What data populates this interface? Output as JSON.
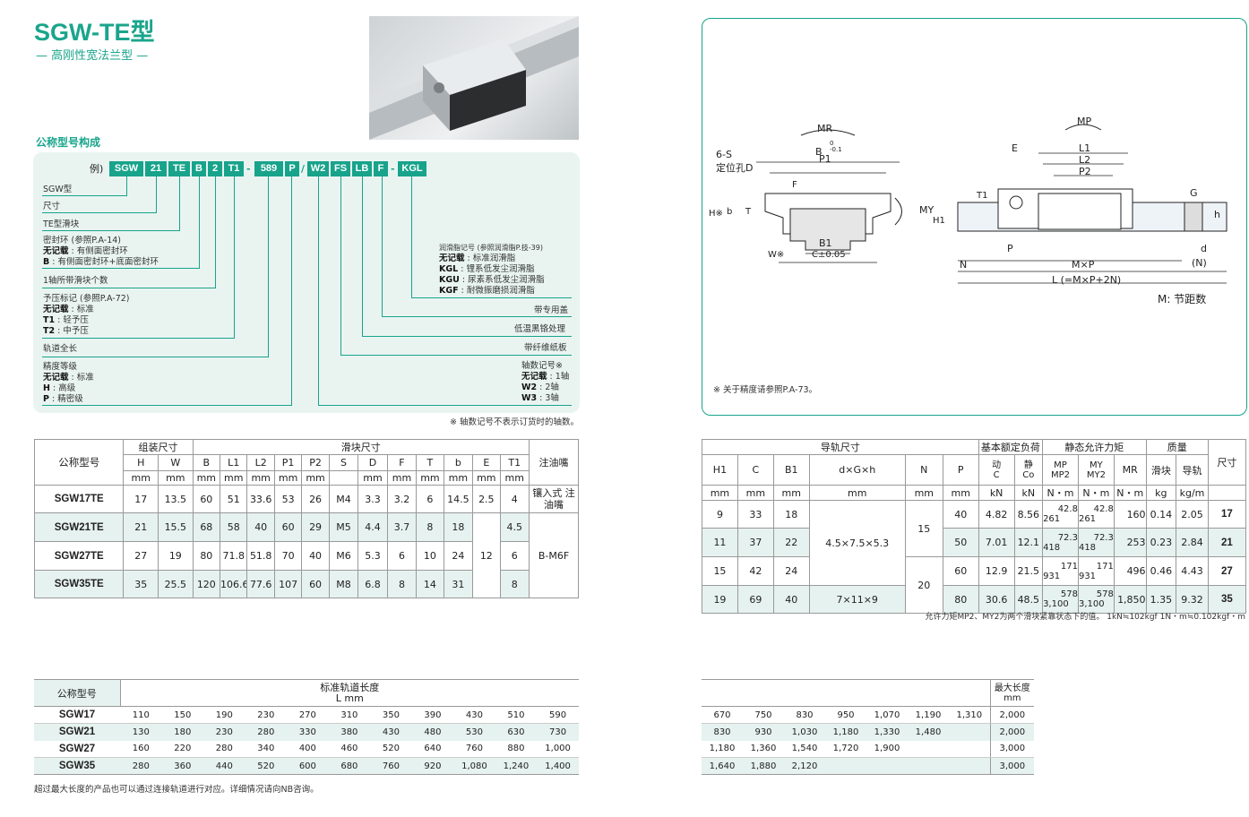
{
  "header": {
    "title": "SGW-TE型",
    "subtitle": "— 高刚性宽法兰型 —",
    "section": "公称型号构成"
  },
  "code": {
    "example_prefix": "例)",
    "chips": [
      "SGW",
      "21",
      "TE",
      "B",
      "2",
      "T1",
      "589",
      "P",
      "W2",
      "FS",
      "LB",
      "F",
      "KGL"
    ],
    "seps": [
      "-",
      "/",
      "-"
    ],
    "left_labels": [
      {
        "key": "series",
        "lines": [
          {
            "t": "SGW型"
          }
        ]
      },
      {
        "key": "size",
        "lines": [
          {
            "t": "尺寸"
          }
        ]
      },
      {
        "key": "block",
        "lines": [
          {
            "t": "TE型滑块"
          }
        ]
      },
      {
        "key": "seal",
        "lines": [
          {
            "t": "密封环 (参照P.A-14)"
          },
          {
            "b": "无记载",
            "t": " : 有侧面密封环"
          },
          {
            "b": "B",
            "t": " : 有侧面密封环+底面密封环"
          }
        ]
      },
      {
        "key": "blocks",
        "lines": [
          {
            "t": "1轴所带滑块个数"
          }
        ]
      },
      {
        "key": "preload",
        "lines": [
          {
            "t": "予压标记 (参照P.A-72)"
          },
          {
            "b": "无记载",
            "t": " : 标准"
          },
          {
            "b": "T1",
            "t": " : 轻予压"
          },
          {
            "b": "T2",
            "t": " : 中予压"
          }
        ]
      },
      {
        "key": "length",
        "lines": [
          {
            "t": "轨道全长"
          }
        ]
      },
      {
        "key": "accuracy",
        "lines": [
          {
            "t": "精度等级"
          },
          {
            "b": "无记载",
            "t": " : 标准"
          },
          {
            "b": "H",
            "t": " : 高级"
          },
          {
            "b": "P",
            "t": " : 精密级"
          }
        ]
      }
    ],
    "right_labels": [
      {
        "key": "grease",
        "lines": [
          {
            "t": "润滑脂记号 (参照润滑脂P.技-39)"
          },
          {
            "b": "无记载",
            "t": " : 标准润滑脂"
          },
          {
            "b": "KGL",
            "t": " : 锂系低发尘润滑脂"
          },
          {
            "b": "KGU",
            "t": " : 尿素系低发尘润滑脂"
          },
          {
            "b": "KGF",
            "t": " : 耐微振磨损润滑脂"
          }
        ]
      },
      {
        "key": "cover",
        "lines": [
          {
            "t": "带专用盖"
          }
        ]
      },
      {
        "key": "chrome",
        "lines": [
          {
            "t": "低温黑铬处理"
          }
        ]
      },
      {
        "key": "fiber",
        "lines": [
          {
            "t": "带纤维纸板"
          }
        ]
      },
      {
        "key": "axes",
        "lines": [
          {
            "t": "轴数记号※"
          },
          {
            "b": "无记载",
            "t": " : 1轴"
          },
          {
            "b": "W2",
            "t": " : 2轴"
          },
          {
            "b": "W3",
            "t": " : 3轴"
          }
        ]
      }
    ],
    "footnote": "※ 轴数记号不表示订货时的轴数。"
  },
  "diagram": {
    "labels": {
      "mr": "MR",
      "b": "B",
      "b_tol_up": "0",
      "b_tol_dn": "-0.1",
      "p1": "P1",
      "s": "6-S",
      "hole": "定位孔D",
      "f": "F",
      "h_mark": "H※",
      "b_small": "b",
      "t": "T",
      "my": "MY",
      "b1": "B1",
      "c": "C±0.05",
      "w": "W※",
      "mp": "MP",
      "e": "E",
      "l1": "L1",
      "l2": "L2",
      "p2": "P2",
      "t1": "T1",
      "g": "G",
      "h1": "H1",
      "h_right": "h",
      "p": "P",
      "d": "d",
      "n": "N",
      "m_p": "M×P",
      "n_paren": "(N)",
      "l_total": "L (=M×P+2N)",
      "pitch": "M: 节距数"
    },
    "note": "※ 关于精度请参照P.A-73。"
  },
  "spec_left": {
    "header": {
      "name": "公称型号",
      "assembly": "组装尺寸",
      "block": "滑块尺寸",
      "grease": "注油嘴",
      "cols": [
        "H",
        "W",
        "B",
        "L1",
        "L2",
        "P1",
        "P2",
        "S",
        "D",
        "F",
        "T",
        "b",
        "E",
        "T1"
      ],
      "units": [
        "mm",
        "mm",
        "mm",
        "mm",
        "mm",
        "mm",
        "mm",
        "",
        "mm",
        "mm",
        "mm",
        "mm",
        "mm",
        "mm"
      ]
    },
    "rows": [
      {
        "name": "SGW17TE",
        "v": [
          "17",
          "13.5",
          "60",
          "51",
          "33.6",
          "53",
          "26",
          "M4",
          "3.3",
          "3.2",
          "6",
          "14.5",
          "2.5",
          "4"
        ]
      },
      {
        "name": "SGW21TE",
        "v": [
          "21",
          "15.5",
          "68",
          "58",
          "40",
          "60",
          "29",
          "M5",
          "4.4",
          "3.7",
          "8",
          "18",
          "",
          "4.5"
        ]
      },
      {
        "name": "SGW27TE",
        "v": [
          "27",
          "19",
          "80",
          "71.8",
          "51.8",
          "70",
          "40",
          "M6",
          "5.3",
          "6",
          "10",
          "24",
          "12",
          "6"
        ]
      },
      {
        "name": "SGW35TE",
        "v": [
          "35",
          "25.5",
          "120",
          "106.6",
          "77.6",
          "107",
          "60",
          "M8",
          "6.8",
          "8",
          "14",
          "31",
          "",
          "8"
        ]
      }
    ],
    "grease1": "镶入式 注油嘴",
    "grease2": "B-M6F"
  },
  "spec_right": {
    "header": {
      "rail": "导轨尺寸",
      "load": "基本额定负荷",
      "moment": "静态允许力矩",
      "mass": "质量",
      "size": "尺寸",
      "h1": "H1",
      "c": "C",
      "b1": "B1",
      "dgh": "d×G×h",
      "n": "N",
      "p": "P",
      "dyn": "动",
      "dyn_c": "C",
      "sta": "静",
      "sta_c": "Co",
      "mp": "MP",
      "mp2": "MP2",
      "my": "MY",
      "my2": "MY2",
      "mr": "MR",
      "block": "滑块",
      "rail_m": "导轨",
      "mm": "mm",
      "kn": "kN",
      "nm": "N・m",
      "kg": "kg",
      "kgm": "kg/m"
    },
    "rows": [
      {
        "h1": "9",
        "c": "33",
        "b1": "18",
        "p": "40",
        "dc": "4.82",
        "sc": "8.56",
        "mp": [
          "42.8",
          "261"
        ],
        "my": [
          "42.8",
          "261"
        ],
        "mr": "160",
        "kg": "0.14",
        "kgm": "2.05",
        "size": "17"
      },
      {
        "h1": "11",
        "c": "37",
        "b1": "22",
        "p": "50",
        "dc": "7.01",
        "sc": "12.1",
        "mp": [
          "72.3",
          "418"
        ],
        "my": [
          "72.3",
          "418"
        ],
        "mr": "253",
        "kg": "0.23",
        "kgm": "2.84",
        "size": "21"
      },
      {
        "h1": "15",
        "c": "42",
        "b1": "24",
        "p": "60",
        "dc": "12.9",
        "sc": "21.5",
        "mp": [
          "171",
          "931"
        ],
        "my": [
          "171",
          "931"
        ],
        "mr": "496",
        "kg": "0.46",
        "kgm": "4.43",
        "size": "27"
      },
      {
        "h1": "19",
        "c": "69",
        "b1": "40",
        "p": "80",
        "dc": "30.6",
        "sc": "48.5",
        "mp": [
          "578",
          "3,100"
        ],
        "my": [
          "578",
          "3,100"
        ],
        "mr": "1,850",
        "kg": "1.35",
        "kgm": "9.32",
        "size": "35"
      }
    ],
    "dgh1": "4.5×7.5×5.3",
    "dgh2": "7×11×9",
    "n1": "15",
    "n2": "20",
    "note": "允许力矩MP2、MY2为两个滑块紧靠状态下的值。 1kN≒102kgf  1N・m≒0.102kgf・m"
  },
  "rail_length": {
    "name": "公称型号",
    "title": "标准轨道长度",
    "unit": "L mm",
    "max_title": "最大长度",
    "max_unit": "mm",
    "rows": [
      {
        "name": "SGW17",
        "v": [
          "110",
          "150",
          "190",
          "230",
          "270",
          "310",
          "350",
          "390",
          "430",
          "510",
          "590",
          "670",
          "750",
          "830",
          "950",
          "1,070",
          "1,190",
          "1,310"
        ],
        "max": "2,000"
      },
      {
        "name": "SGW21",
        "v": [
          "130",
          "180",
          "230",
          "280",
          "330",
          "380",
          "430",
          "480",
          "530",
          "630",
          "730",
          "830",
          "930",
          "1,030",
          "1,180",
          "1,330",
          "1,480",
          ""
        ],
        "max": "2,000"
      },
      {
        "name": "SGW27",
        "v": [
          "160",
          "220",
          "280",
          "340",
          "400",
          "460",
          "520",
          "640",
          "760",
          "880",
          "1,000",
          "1,180",
          "1,360",
          "1,540",
          "1,720",
          "1,900",
          "",
          ""
        ],
        "max": "3,000"
      },
      {
        "name": "SGW35",
        "v": [
          "280",
          "360",
          "440",
          "520",
          "600",
          "680",
          "760",
          "920",
          "1,080",
          "1,240",
          "1,400",
          "1,640",
          "1,880",
          "2,120",
          "",
          "",
          "",
          ""
        ],
        "max": "3,000"
      }
    ],
    "note": "超过最大长度的产品也可以通过连接轨道进行对应。详细情况请向NB咨询。"
  }
}
